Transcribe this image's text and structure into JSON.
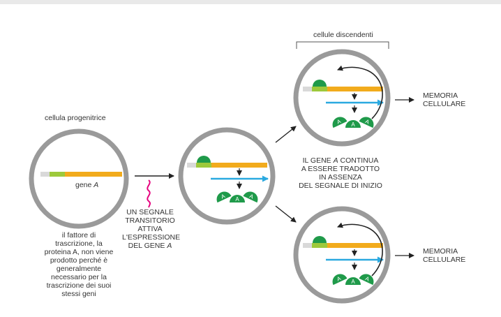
{
  "labels": {
    "progenitor": "cellula progenitrice",
    "gene_word": "gene",
    "gene_letter": "A",
    "descendants": "cellule discendenti",
    "signal_lines": [
      "UN SEGNALE",
      "TRANSITORIO",
      "ATTIVA",
      "L'ESPRESSIONE"
    ],
    "signal_last_prefix": "DEL GENE",
    "signal_last_italic": "A",
    "continue_first_prefix": "IL GENE",
    "continue_first_italic": "A",
    "continue_first_suffix": "CONTINUA",
    "continue_lines": [
      "A ESSERE TRADOTTO",
      "IN ASSENZA",
      "DEL SEGNALE DI INIZIO"
    ],
    "memory_top": [
      "MEMORIA",
      "CELLULARE"
    ],
    "memory_bottom": [
      "MEMORIA",
      "CELLULARE"
    ],
    "bottom_note": [
      "il fattore di",
      "trascrizione, la",
      "proteina A, non viene",
      "prodotto perché è",
      "generalmente",
      "necessario per la",
      "trascrizione dei suoi",
      "stessi geni"
    ],
    "protein_letter": "A"
  },
  "colors": {
    "cell_border": "#9a9a9a",
    "gene_body": "#f2ab1c",
    "promoter": "#9dc93b",
    "upstream": "#d9d9d9",
    "protein": "#1f9a4a",
    "mrna": "#2aa9e0",
    "signal": "#e6007e",
    "text": "#333333",
    "arrow": "#222222"
  }
}
